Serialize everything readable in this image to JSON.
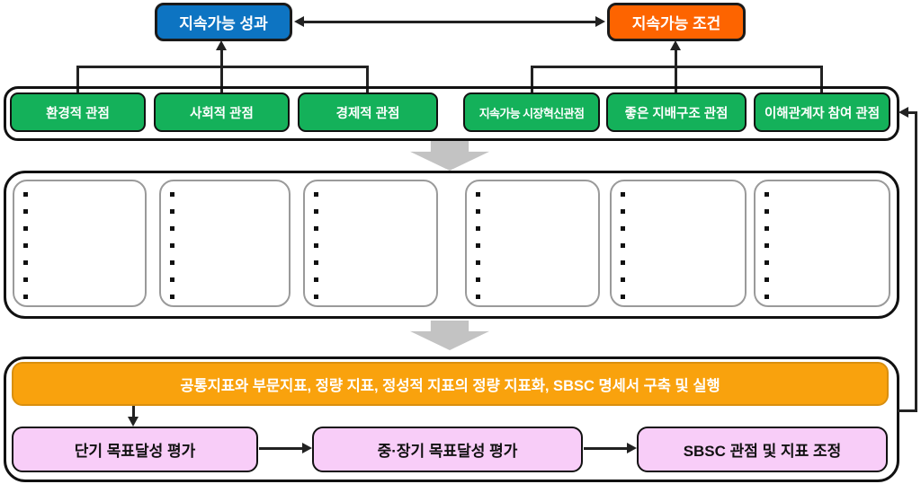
{
  "diagram_title": "SBSC flow diagram",
  "top_nodes": {
    "performance": "지속가능 성과",
    "condition": "지속가능 조건"
  },
  "perspective_labels": [
    "환경적 관점",
    "사회적 관점",
    "경제적 관점",
    "지속가능 시장혁신관점",
    "좋은 지배구조 관점",
    "이해관계자 참여 관점"
  ],
  "indicator_cards": [
    {
      "bullet_count": 7
    },
    {
      "bullet_count": 7
    },
    {
      "bullet_count": 7
    },
    {
      "bullet_count": 7
    },
    {
      "bullet_count": 7
    },
    {
      "bullet_count": 7
    }
  ],
  "banner_label": "공통지표와 부문지표, 정량 지표, 정성적 지표의 정량 지표화, SBSC 명세서 구축 및 실행",
  "evaluation_labels": [
    "단기 목표달성 평가",
    "중·장기 목표달성 평가",
    "SBSC 관점 및 지표 조정"
  ],
  "colors": {
    "performance_blue": "#0d74c2",
    "condition_orange": "#fd6400",
    "perspective_green": "#14b15a",
    "banner_orange": "#f9a20d",
    "evaluation_pink": "#f8cdf8",
    "flow_arrow_gray": "#c3c3c3",
    "connector_black": "#222222"
  }
}
